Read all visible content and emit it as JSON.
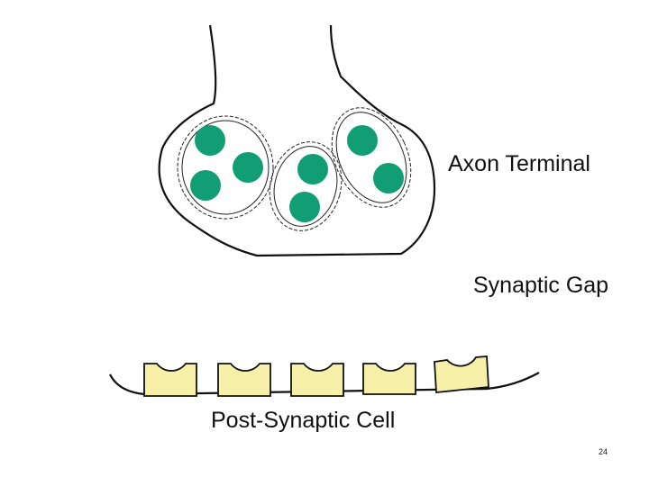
{
  "labels": {
    "axon_terminal": "Axon Terminal",
    "synaptic_gap": "Synaptic Gap",
    "post_synaptic_cell": "Post-Synaptic Cell"
  },
  "page_number": "24",
  "colors": {
    "vesicle_fill": "#119e74",
    "receptor_fill": "#f6f0a8",
    "outline": "#111111",
    "background": "#ffffff"
  }
}
